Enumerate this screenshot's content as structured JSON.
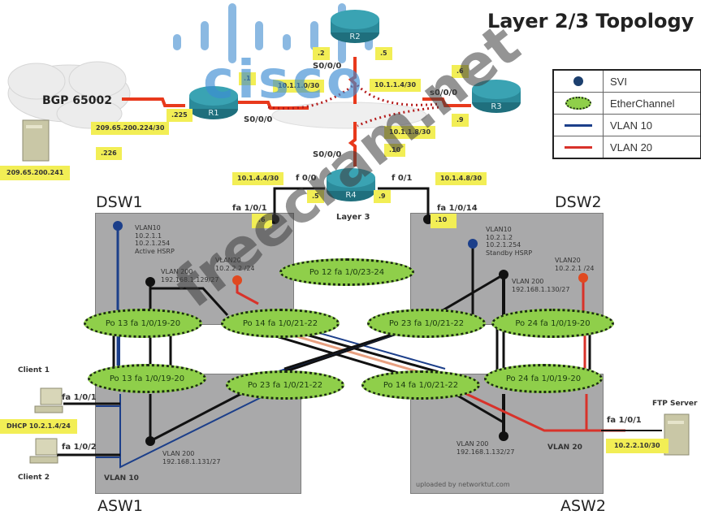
{
  "title": "Layer 2/3 Topology",
  "watermark_logo": "cisco",
  "watermark_text": "freecram.net",
  "uploaded_by": "uploaded by networktut.com",
  "legend": [
    {
      "icon": "svi-dot",
      "label": "SVI"
    },
    {
      "icon": "etherchannel-oval",
      "label": "EtherChannel"
    },
    {
      "icon": "vlan10-line",
      "label": "VLAN 10"
    },
    {
      "icon": "vlan20-line",
      "label": "VLAN  20"
    }
  ],
  "colors": {
    "vlan10": "#1c3f8a",
    "vlan20": "#d8322a",
    "serial": "#e8391c",
    "etherchannel": "#8fcf4a",
    "label_bg": "#f2ee55",
    "switch_box": "#a9a9aa",
    "router": "#2b8a9a"
  },
  "isp": {
    "name": "BGP 65002",
    "server_ip": "209.65.200.241",
    "link_subnet": "209.65.200.224/30",
    "r1_ip": ".225",
    "isp_ip": ".226"
  },
  "routers": {
    "r1": {
      "name": "R1",
      "serial_port": "S0/0/0",
      "ip": ".1"
    },
    "r2": {
      "name": "R2",
      "serial_port": "S0/0/0",
      "ip_left": ".2",
      "ip_right": ".5"
    },
    "r3": {
      "name": "R3",
      "serial_port": "s0/0/0",
      "ip_top": ".6",
      "ip_bottom": ".9"
    },
    "r4": {
      "name": "R4",
      "serial_port": "S0/0/0",
      "serial_ip": ".10",
      "f00": "f 0/0",
      "f01": "f 0/1",
      "ip_f00": ".5",
      "ip_f01": ".9",
      "layer": "Layer 3"
    }
  },
  "wan_subnets": {
    "r1_r2": "10.1.1.0/30",
    "r2_r3": "10.1.1.4/30",
    "r3_r4": "10.1.1.8/30"
  },
  "lan_subnets": {
    "r4_dsw1": "10.1.4.4/30",
    "r4_dsw2": "10.1.4.8/30"
  },
  "dsw1": {
    "name": "DSW1",
    "uplink_port": "fa 1/0/1",
    "uplink_ip": ".6",
    "vlan10": [
      "VLAN10",
      "10.2.1.1",
      "10.2.1.254",
      "Active HSRP"
    ],
    "vlan20": [
      "VLAN20",
      "10.2.2.2 /24"
    ],
    "vlan200": [
      "VLAN 200",
      "192.168.1.129/27"
    ]
  },
  "dsw2": {
    "name": "DSW2",
    "uplink_port": "fa 1/0/14",
    "uplink_ip": ".10",
    "vlan10": [
      "VLAN10",
      "10.2.1.2",
      "10.2.1.254",
      "Standby HSRP"
    ],
    "vlan20": [
      "VLAN20",
      "10.2.2.1 /24"
    ],
    "vlan200": [
      "VLAN 200",
      "192.168.1.130/27"
    ]
  },
  "asw1": {
    "name": "ASW1",
    "vlan200": [
      "VLAN 200",
      "192.168.1.131/27"
    ],
    "vlan10_label": "VLAN 10",
    "port1": "fa 1/0/1",
    "port2": "fa 1/0/2"
  },
  "asw2": {
    "name": "ASW2",
    "vlan200": [
      "VLAN 200",
      "192.168.1.132/27"
    ],
    "vlan20_label": "VLAN 20",
    "port": "fa 1/0/1"
  },
  "clients": {
    "client1": "Client 1",
    "client2": "Client 2",
    "dhcp": "DHCP 10.2.1.4/24"
  },
  "ftp": {
    "name": "FTP Server",
    "ip": "10.2.2.10/30"
  },
  "etherchannels": {
    "dsw_po12": "Po 12  fa 1/0/23-24",
    "dsw1_po13": "Po 13  fa 1/0/19-20",
    "dsw1_po14": "Po 14  fa 1/0/21-22",
    "dsw2_po23": "Po 23  fa 1/0/21-22",
    "dsw2_po24": "Po 24  fa 1/0/19-20",
    "asw1_po13": "Po 13  fa 1/0/19-20",
    "asw1_po23": "Po 23  fa 1/0/21-22",
    "asw2_po14": "Po 14  fa 1/0/21-22",
    "asw2_po24": "Po 24  fa 1/0/19-20"
  }
}
